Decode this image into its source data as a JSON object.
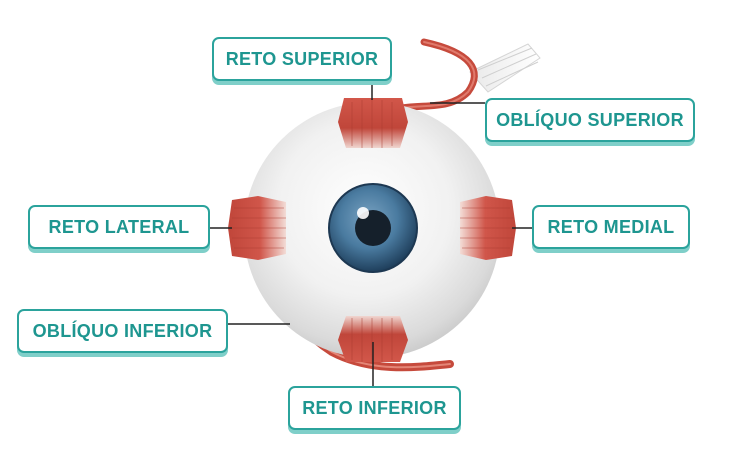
{
  "labels": {
    "reto_superior": "RETO SUPERIOR",
    "obliquo_superior": "OBLÍQUO SUPERIOR",
    "reto_lateral": "RETO LATERAL",
    "reto_medial": "RETO MEDIAL",
    "obliquo_inferior": "OBLÍQUO INFERIOR",
    "reto_inferior": "RETO INFERIOR"
  },
  "colors": {
    "label_border": "#2ba39c",
    "label_text": "#1e9690",
    "label_shadow": "#7fcfc9",
    "muscle": "#c94b3c",
    "sclera": "#eeeeee",
    "iris": "#3e6f93",
    "pupil": "#15202b",
    "leader_line": "#222222"
  }
}
